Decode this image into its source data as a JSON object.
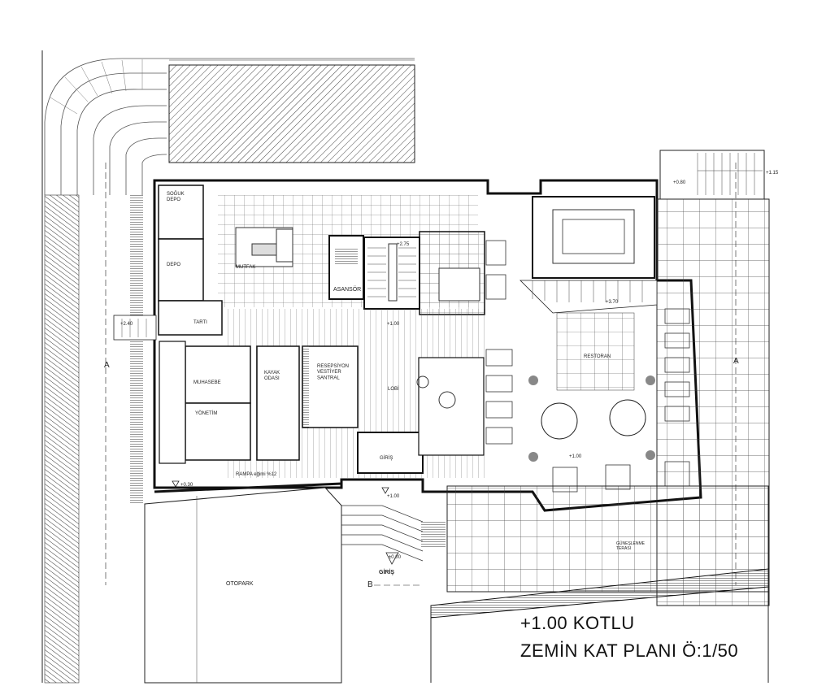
{
  "title_line1": "+1.00 KOTLU",
  "title_line2": "ZEMİN KAT PLANI Ö:1/50",
  "rooms": {
    "soguk_depo": "SOĞUK\nDEPO",
    "depo": "DEPO",
    "tarti": "TARTI",
    "mutfak": "MUTFAK",
    "asansor": "ASANSÖR",
    "muhasebe": "MUHASEBE",
    "yonetim": "YÖNETİM",
    "kayak_odasi": "KAYAK\nODASI",
    "resepsiyon": "RESEPSİYON\nVESTİYER\nSANTRAL",
    "lobi": "LOBİ",
    "giris_hall": "GİRİŞ",
    "restoran": "RESTORAN",
    "gunesleme": "GÜNEŞLENME\nTERASI",
    "otopark": "OTOPARK",
    "giris_main": "GİRİŞ"
  },
  "annotations": {
    "rampa": "RAMPA eğimi %12",
    "section_a_left": "A",
    "section_a_right": "A",
    "section_b": "B"
  },
  "levels": {
    "l_275": "+2.75",
    "l_100_lobby": "+1.00",
    "l_100_rest": "+1.00",
    "l_100_entry": "+1.00",
    "l_030": "+0.30",
    "l_000": "±0.00",
    "l_080": "+0.80",
    "l_115": "+1.15",
    "l_240": "+2.40",
    "l_370": "+3.70"
  }
}
